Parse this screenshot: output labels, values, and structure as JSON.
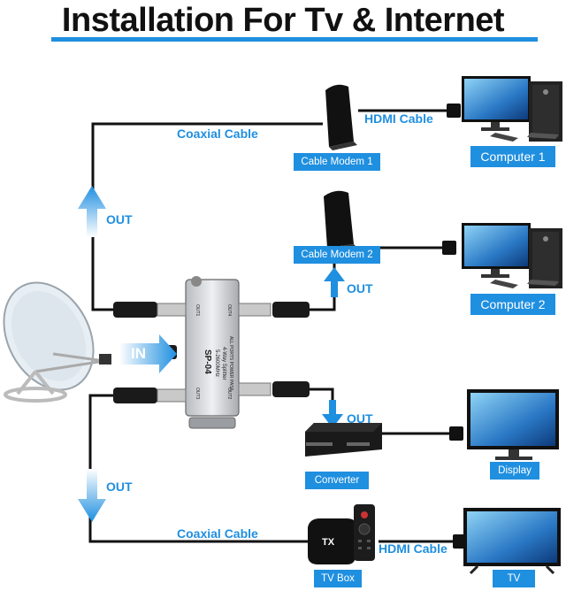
{
  "title": "Installation For Tv & Internet",
  "splitter": {
    "model": "SP-04",
    "spec": "5-2600MHz",
    "type": "4-Way Splitter",
    "note": "ALL PORTS POWER PASS",
    "ports": [
      "OUT1",
      "OUT2",
      "OUT3",
      "OUT4"
    ]
  },
  "labels": {
    "coax_top": "Coaxial Cable",
    "coax_bottom": "Coaxial Cable",
    "hdmi_top": "HDMI Cable",
    "hdmi_bottom": "HDMI Cable",
    "out_up": "OUT",
    "out_modem2": "OUT",
    "out_converter": "OUT",
    "out_down": "OUT",
    "in": "IN"
  },
  "devices": {
    "modem1": "Cable Modem 1",
    "modem2": "Cable Modem 2",
    "computer1": "Computer 1",
    "computer2": "Computer 2",
    "converter": "Converter",
    "display": "Display",
    "tvbox": "TV Box",
    "tvbox_logo": "TX",
    "tv": "TV"
  },
  "colors": {
    "accent": "#1f8fe0",
    "cable": "#111111"
  }
}
